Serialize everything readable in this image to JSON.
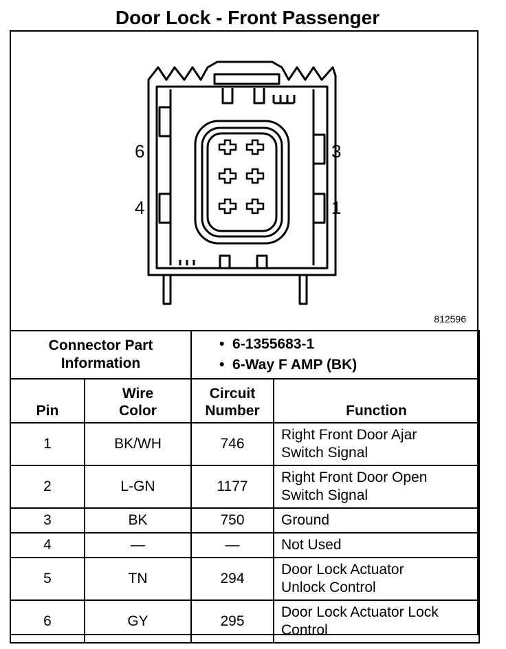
{
  "title": "Door Lock - Front Passenger",
  "figure_number": "812596",
  "pin_labels": {
    "top_left": "6",
    "bottom_left": "4",
    "top_right": "3",
    "bottom_right": "1"
  },
  "connector_info": {
    "label_line1": "Connector Part",
    "label_line2": "Information",
    "values": [
      "6-1355683-1",
      "6-Way F AMP (BK)"
    ]
  },
  "table": {
    "headers": {
      "pin": "Pin",
      "wire_color_line1": "Wire",
      "wire_color_line2": "Color",
      "circuit_line1": "Circuit",
      "circuit_line2": "Number",
      "function": "Function"
    },
    "rows": [
      {
        "pin": "1",
        "wire": "BK/WH",
        "circuit": "746",
        "function_line1": "Right Front Door Ajar",
        "function_line2": "Switch Signal"
      },
      {
        "pin": "2",
        "wire": "L-GN",
        "circuit": "1177",
        "function_line1": "Right Front Door Open",
        "function_line2": "Switch Signal"
      },
      {
        "pin": "3",
        "wire": "BK",
        "circuit": "750",
        "function_line1": "Ground",
        "function_line2": ""
      },
      {
        "pin": "4",
        "wire": "—",
        "circuit": "—",
        "function_line1": "Not Used",
        "function_line2": ""
      },
      {
        "pin": "5",
        "wire": "TN",
        "circuit": "294",
        "function_line1": "Door Lock Actuator",
        "function_line2": "Unlock Control"
      },
      {
        "pin": "6",
        "wire": "GY",
        "circuit": "295",
        "function_line1": "Door Lock Actuator Lock",
        "function_line2": "Control"
      }
    ]
  }
}
